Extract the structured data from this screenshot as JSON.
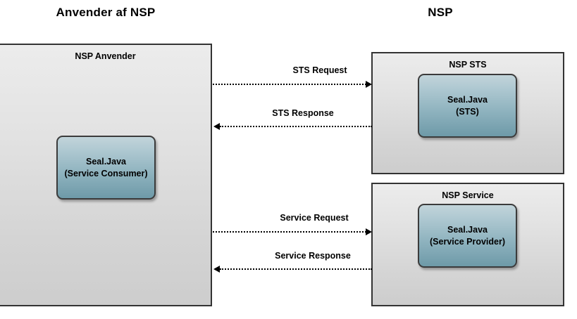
{
  "diagram": {
    "columns": [
      {
        "id": "left",
        "title": "Anvender af NSP"
      },
      {
        "id": "right",
        "title": "NSP"
      }
    ],
    "containers": [
      {
        "id": "nsp-anvender",
        "label": "NSP Anvender"
      },
      {
        "id": "nsp-sts",
        "label": "NSP STS"
      },
      {
        "id": "nsp-service",
        "label": "NSP Service"
      }
    ],
    "nodes": [
      {
        "id": "seal-consumer",
        "line1": "Seal.Java",
        "line2": "(Service Consumer)"
      },
      {
        "id": "seal-sts",
        "line1": "Seal.Java",
        "line2": "(STS)"
      },
      {
        "id": "seal-provider",
        "line1": "Seal.Java",
        "line2": "(Service Provider)"
      }
    ],
    "flows": [
      {
        "id": "sts-request",
        "label": "STS Request",
        "direction": "right"
      },
      {
        "id": "sts-response",
        "label": "STS Response",
        "direction": "left"
      },
      {
        "id": "service-request",
        "label": "Service Request",
        "direction": "right"
      },
      {
        "id": "service-response",
        "label": "Service Response",
        "direction": "left"
      }
    ],
    "colors": {
      "background": "#ffffff",
      "container_border": "#333333",
      "container_fill_top": "#ececec",
      "container_fill_bottom": "#cdcdcd",
      "node_border": "#3b3b3b",
      "node_fill_top": "#c2d4da",
      "node_fill_bottom": "#6e9aa8",
      "arrow": "#000000",
      "text": "#000000"
    }
  }
}
